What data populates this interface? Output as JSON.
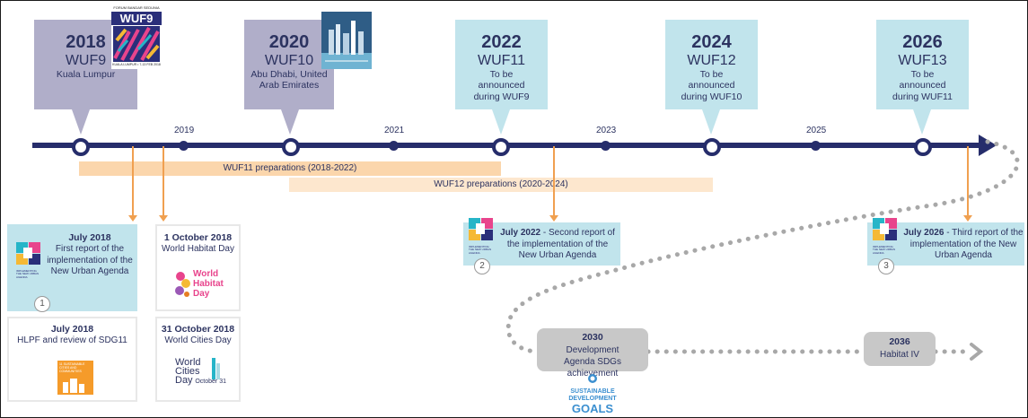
{
  "callouts": [
    {
      "year": "2018",
      "wuf": "WUF9",
      "place": "Kuala Lumpur"
    },
    {
      "year": "2020",
      "wuf": "WUF10",
      "place": "Abu Dhabi, United Arab Emirates"
    },
    {
      "year": "2022",
      "wuf": "WUF11",
      "place": "To be announced during WUF9"
    },
    {
      "year": "2024",
      "wuf": "WUF12",
      "place": "To be announced during WUF10"
    },
    {
      "year": "2026",
      "wuf": "WUF13",
      "place": "To be announced during WUF11"
    }
  ],
  "wuf9_logo": {
    "top": "FORUM BANDAR SEDUNIA",
    "main": "WUF9",
    "bottom": "KUALA LUMPUR • 7-13 FEB 2018"
  },
  "ticks": [
    "2019",
    "2021",
    "2023",
    "2025"
  ],
  "bars": [
    {
      "label": "WUF11 preparations (2018-2022)"
    },
    {
      "label": "WUF12 preparations (2020-2024)"
    }
  ],
  "cards": {
    "july2018_report": {
      "title": "July 2018",
      "text": "First report of the implementation of the New Urban Agenda",
      "num": "1"
    },
    "oct2018": {
      "title": "1 October 2018",
      "text": "World Habitat Day",
      "logo": "World Habitat Day"
    },
    "july2018_hlpf": {
      "title": "July 2018",
      "text": "HLPF and review of SDG11",
      "logo": "11 SUSTAINABLE CITIES AND COMMUNITIES"
    },
    "oct31_2018": {
      "title": "31 October 2018",
      "text": "World Cities Day",
      "logo_l1": "World",
      "logo_l2": "Cities",
      "logo_l3": "Day",
      "logo_date": "October 31"
    },
    "july2022": {
      "title": "July 2022",
      "text": " - Second report of the implementation of the New Urban Agenda",
      "num": "2"
    },
    "july2026": {
      "title": "July 2026",
      "text": " - Third report of the implementation of the New Urban Agenda",
      "num": "3"
    }
  },
  "nua_logo_text": "IMPLEMENTING THE NEW URBAN AGENDA",
  "milestones": [
    {
      "title": "2030",
      "text": "Development Agenda SDGs achievement"
    },
    {
      "title": "2036",
      "text": "Habitat IV"
    }
  ],
  "sdg_logo": {
    "l1": "SUSTAINABLE",
    "l2": "DEVELOPMENT",
    "l3": "GOALS"
  },
  "colors": {
    "navy": "#262d6b",
    "past": "#b0aec9",
    "future": "#c1e4ec",
    "orange": "#f0a050",
    "bar_light": "#fde2c4",
    "grey": "#c8c8c8"
  }
}
